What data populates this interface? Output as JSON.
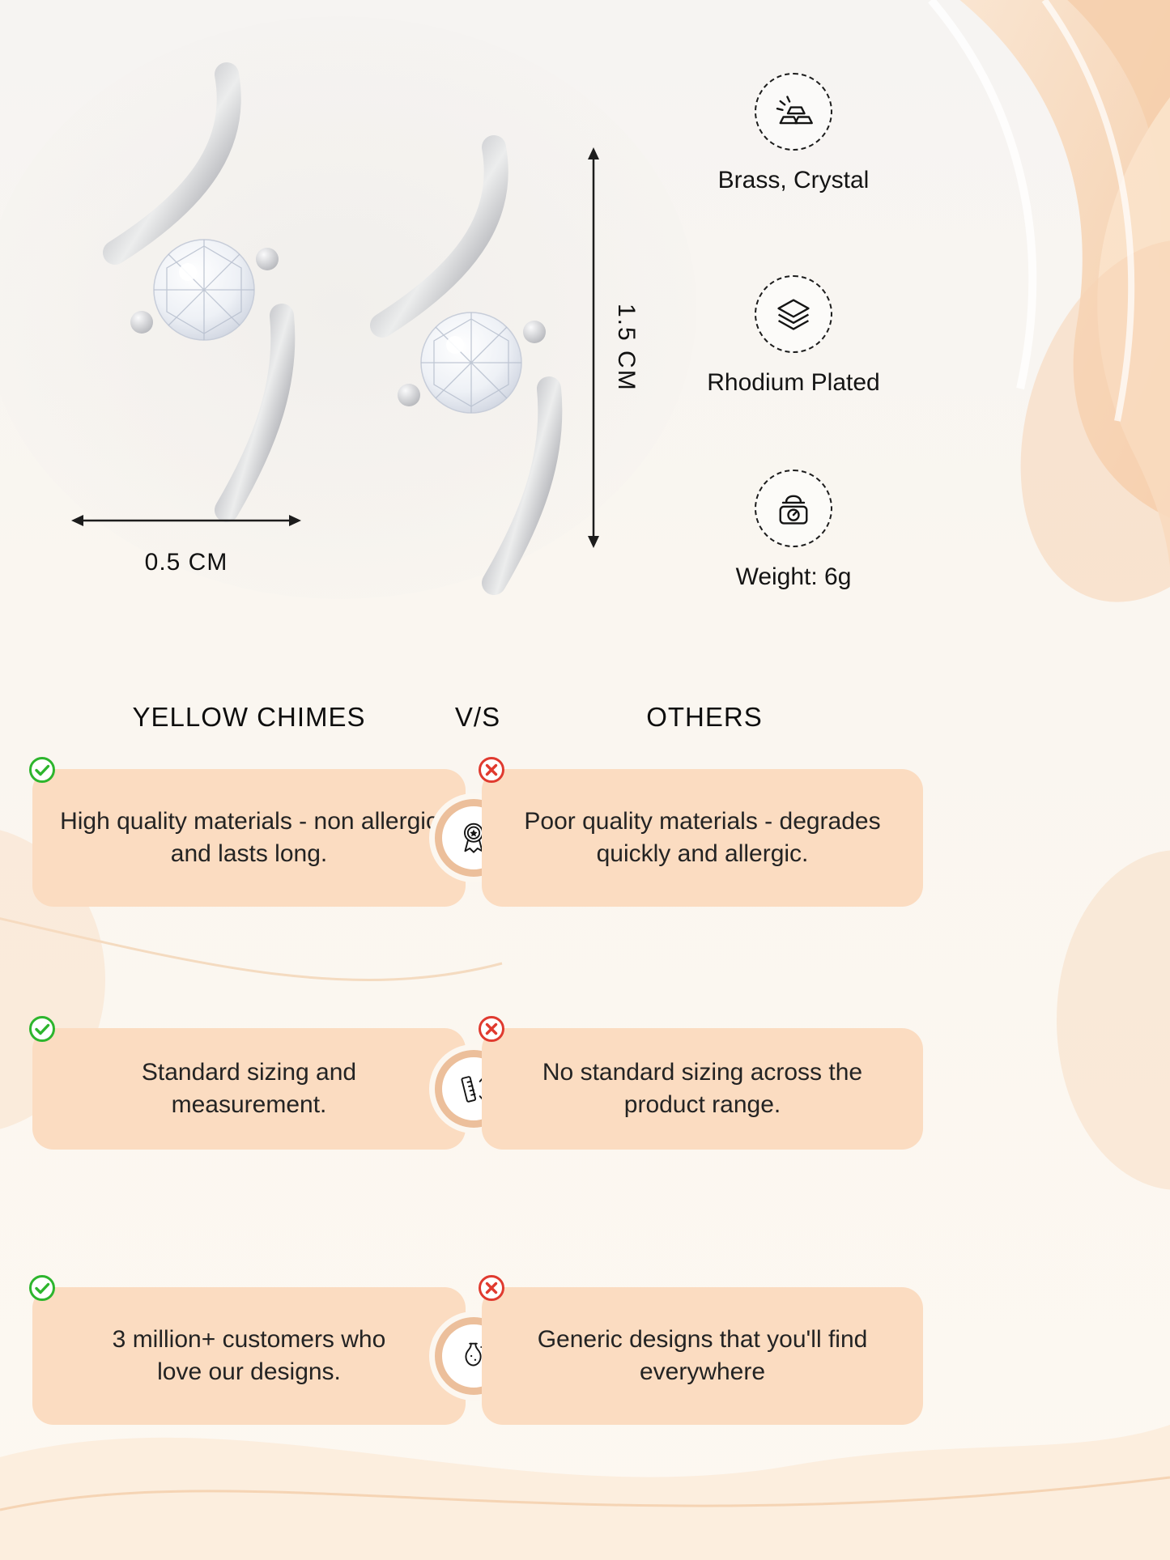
{
  "colors": {
    "background_top": "#f6f4f2",
    "background_bottom": "#fdf8f1",
    "accent_peach_box": "#fbdcc1",
    "center_ring_border": "#ecbf9b",
    "check_green": "#2db52d",
    "cross_red": "#e03a2f",
    "text": "#1d1d1d"
  },
  "product": {
    "width_label": "0.5 CM",
    "height_label": "1.5 CM",
    "features": [
      {
        "icon": "gold-bars-icon",
        "label": "Brass, Crystal"
      },
      {
        "icon": "layers-icon",
        "label": "Rhodium Plated"
      },
      {
        "icon": "weighing-scale-icon",
        "label": "Weight: 6g"
      }
    ]
  },
  "comparison": {
    "brand_header": "YELLOW CHIMES",
    "vs_label": "V/S",
    "others_header": "OTHERS",
    "rows": [
      {
        "icon": "medal-icon",
        "brand_point": "High quality materials - non allergic and lasts long.",
        "others_point": "Poor quality materials - degrades quickly and allergic."
      },
      {
        "icon": "ruler-icon",
        "brand_point": "Standard sizing and measurement.",
        "others_point": "No standard sizing across the product range."
      },
      {
        "icon": "design-vase-icon",
        "brand_point": "3 million+ customers who love our designs.",
        "others_point": "Generic designs that you'll find everywhere"
      }
    ]
  }
}
